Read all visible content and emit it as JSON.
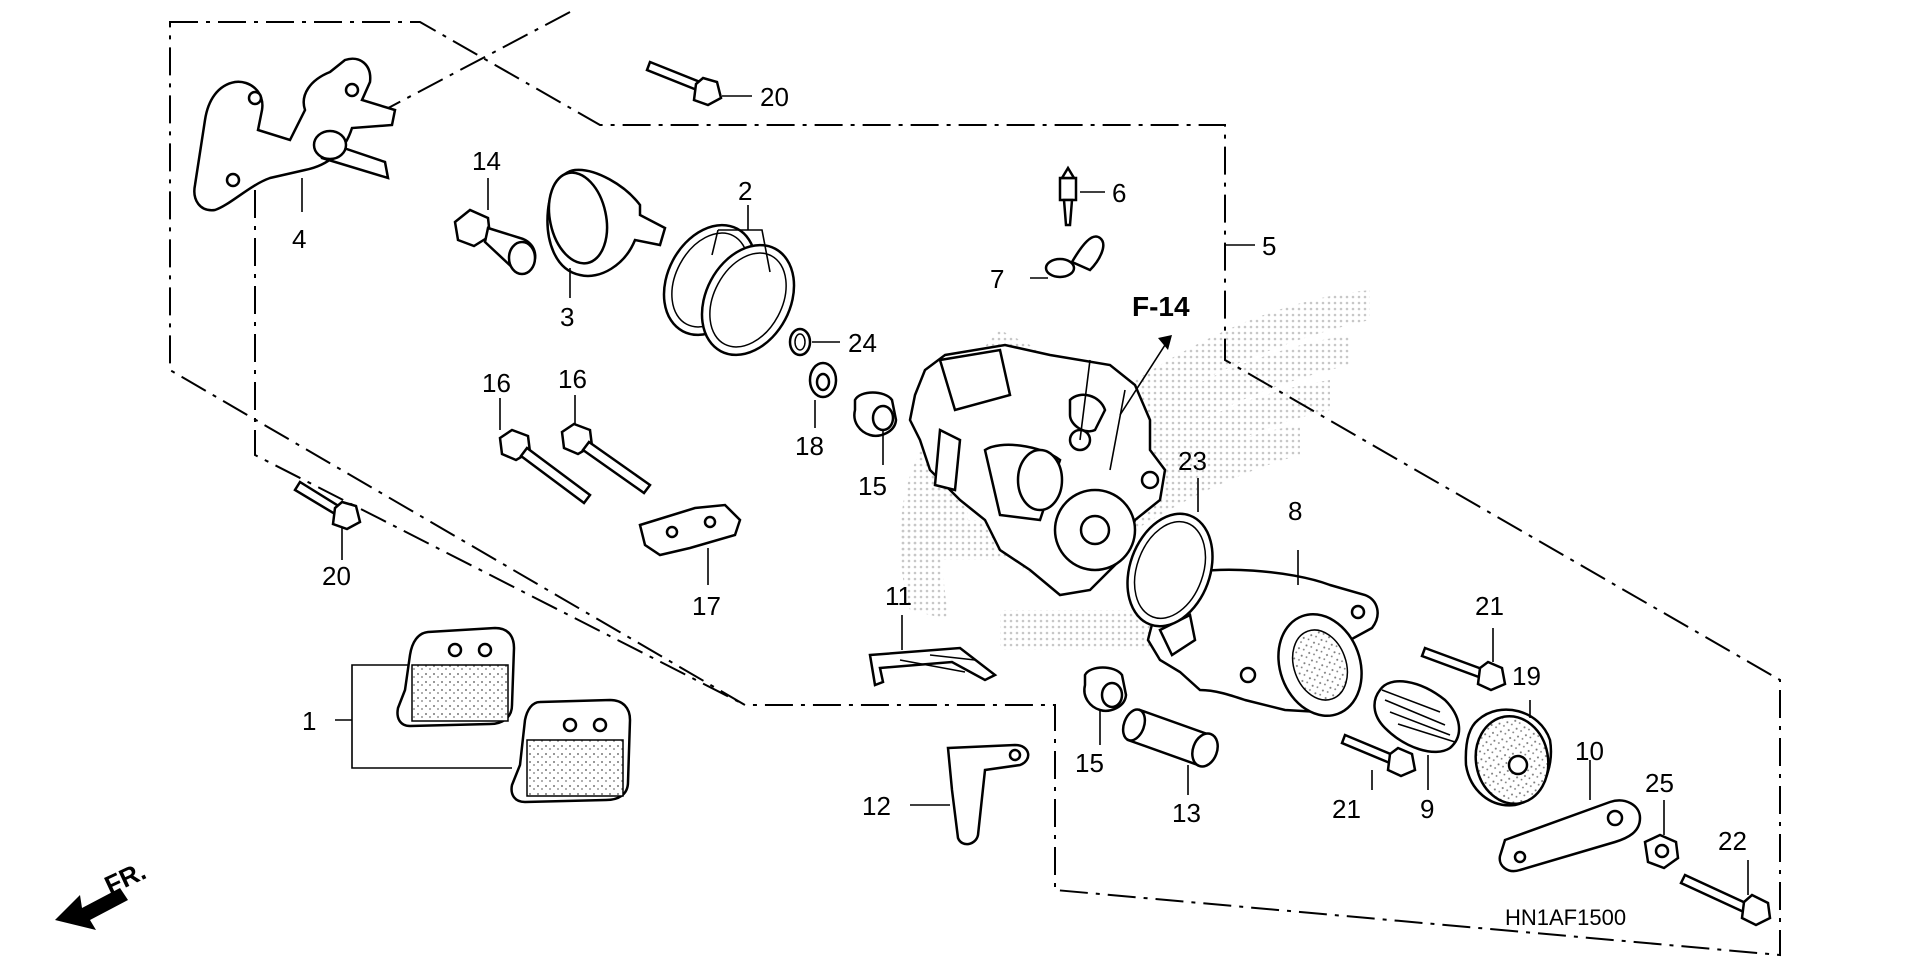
{
  "diagram": {
    "code": "HN1AF1500",
    "reference": "F-14",
    "direction_label": "FR.",
    "callouts": [
      {
        "id": "c1",
        "label": "1"
      },
      {
        "id": "c2",
        "label": "2"
      },
      {
        "id": "c3",
        "label": "3"
      },
      {
        "id": "c4",
        "label": "4"
      },
      {
        "id": "c5",
        "label": "5"
      },
      {
        "id": "c6",
        "label": "6"
      },
      {
        "id": "c7",
        "label": "7"
      },
      {
        "id": "c8",
        "label": "8"
      },
      {
        "id": "c9",
        "label": "9"
      },
      {
        "id": "c10",
        "label": "10"
      },
      {
        "id": "c11",
        "label": "11"
      },
      {
        "id": "c12",
        "label": "12"
      },
      {
        "id": "c13",
        "label": "13"
      },
      {
        "id": "c14",
        "label": "14"
      },
      {
        "id": "c15a",
        "label": "15"
      },
      {
        "id": "c15b",
        "label": "15"
      },
      {
        "id": "c16a",
        "label": "16"
      },
      {
        "id": "c16b",
        "label": "16"
      },
      {
        "id": "c17",
        "label": "17"
      },
      {
        "id": "c18",
        "label": "18"
      },
      {
        "id": "c19",
        "label": "19"
      },
      {
        "id": "c20a",
        "label": "20"
      },
      {
        "id": "c20b",
        "label": "20"
      },
      {
        "id": "c21a",
        "label": "21"
      },
      {
        "id": "c21b",
        "label": "21"
      },
      {
        "id": "c22",
        "label": "22"
      },
      {
        "id": "c23",
        "label": "23"
      },
      {
        "id": "c24",
        "label": "24"
      },
      {
        "id": "c25",
        "label": "25"
      }
    ]
  }
}
